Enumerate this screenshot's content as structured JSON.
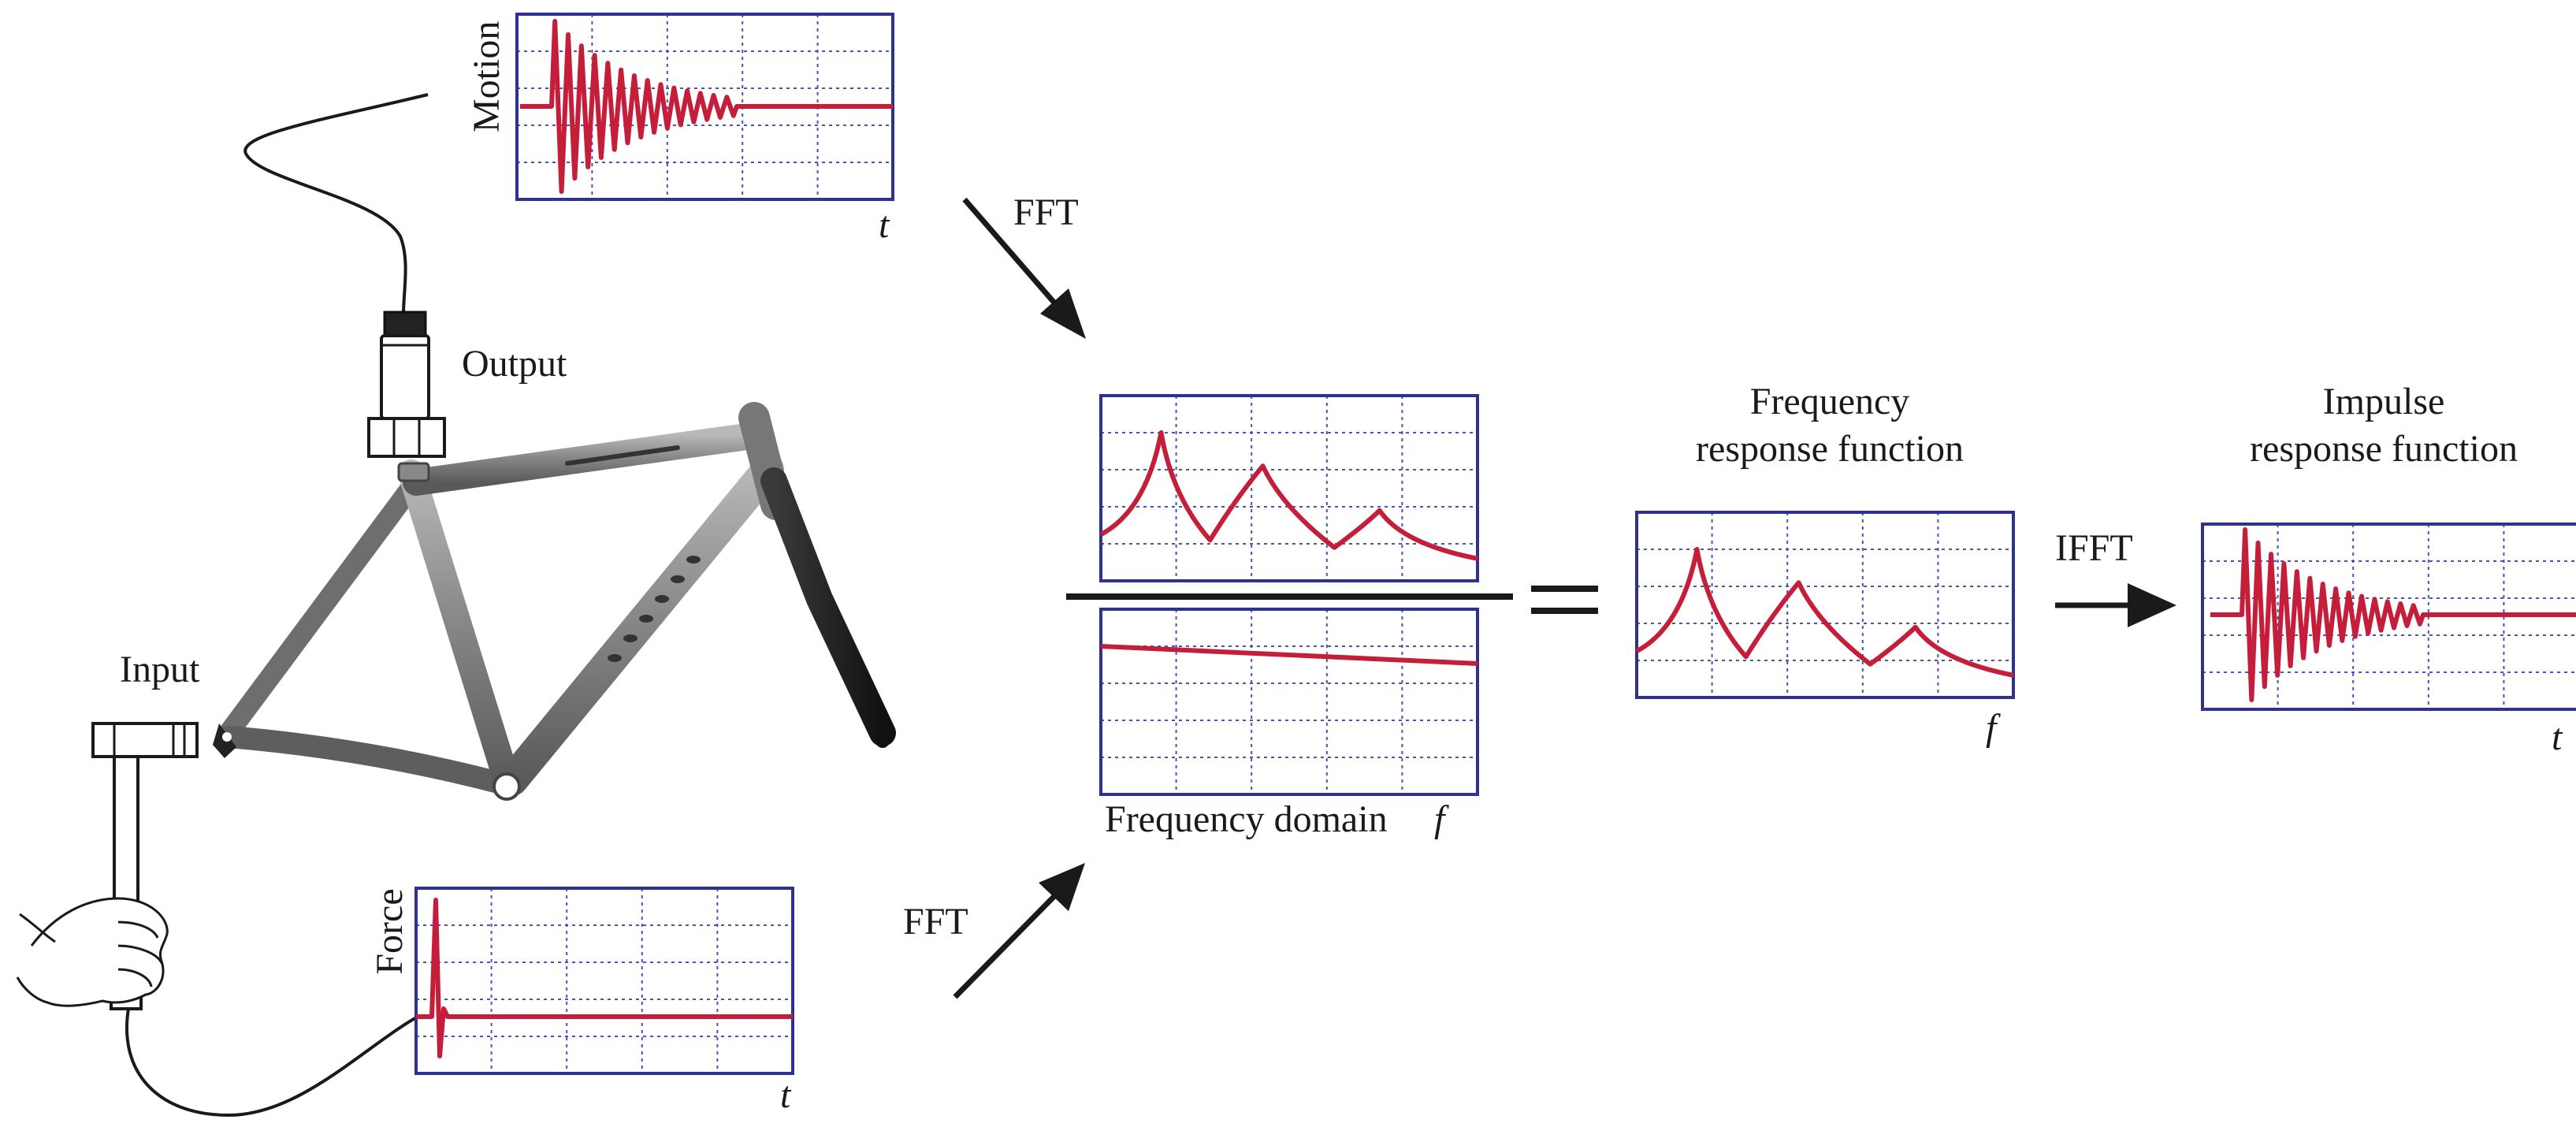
{
  "labels": {
    "motion": "Motion",
    "force": "Force",
    "output": "Output",
    "input": "Input",
    "fft_top": "FFT",
    "fft_bottom": "FFT",
    "ifft": "IFFT",
    "frequency_domain": "Frequency domain",
    "frf_line1": "Frequency",
    "frf_line2": "response function",
    "irf_line1": "Impulse",
    "irf_line2": "response function",
    "t_motion": "t",
    "t_force": "t",
    "t_impulse": "t",
    "f_domain": "f",
    "f_frf": "f"
  },
  "colors": {
    "signal": "#c41e3a",
    "frame": "#2e3192",
    "grid": "#4a52b5",
    "ink": "#1a1a1a"
  },
  "icons": [
    "accelerometer-icon",
    "bicycle-frame-icon",
    "impact-hammer-icon",
    "hand-icon"
  ]
}
